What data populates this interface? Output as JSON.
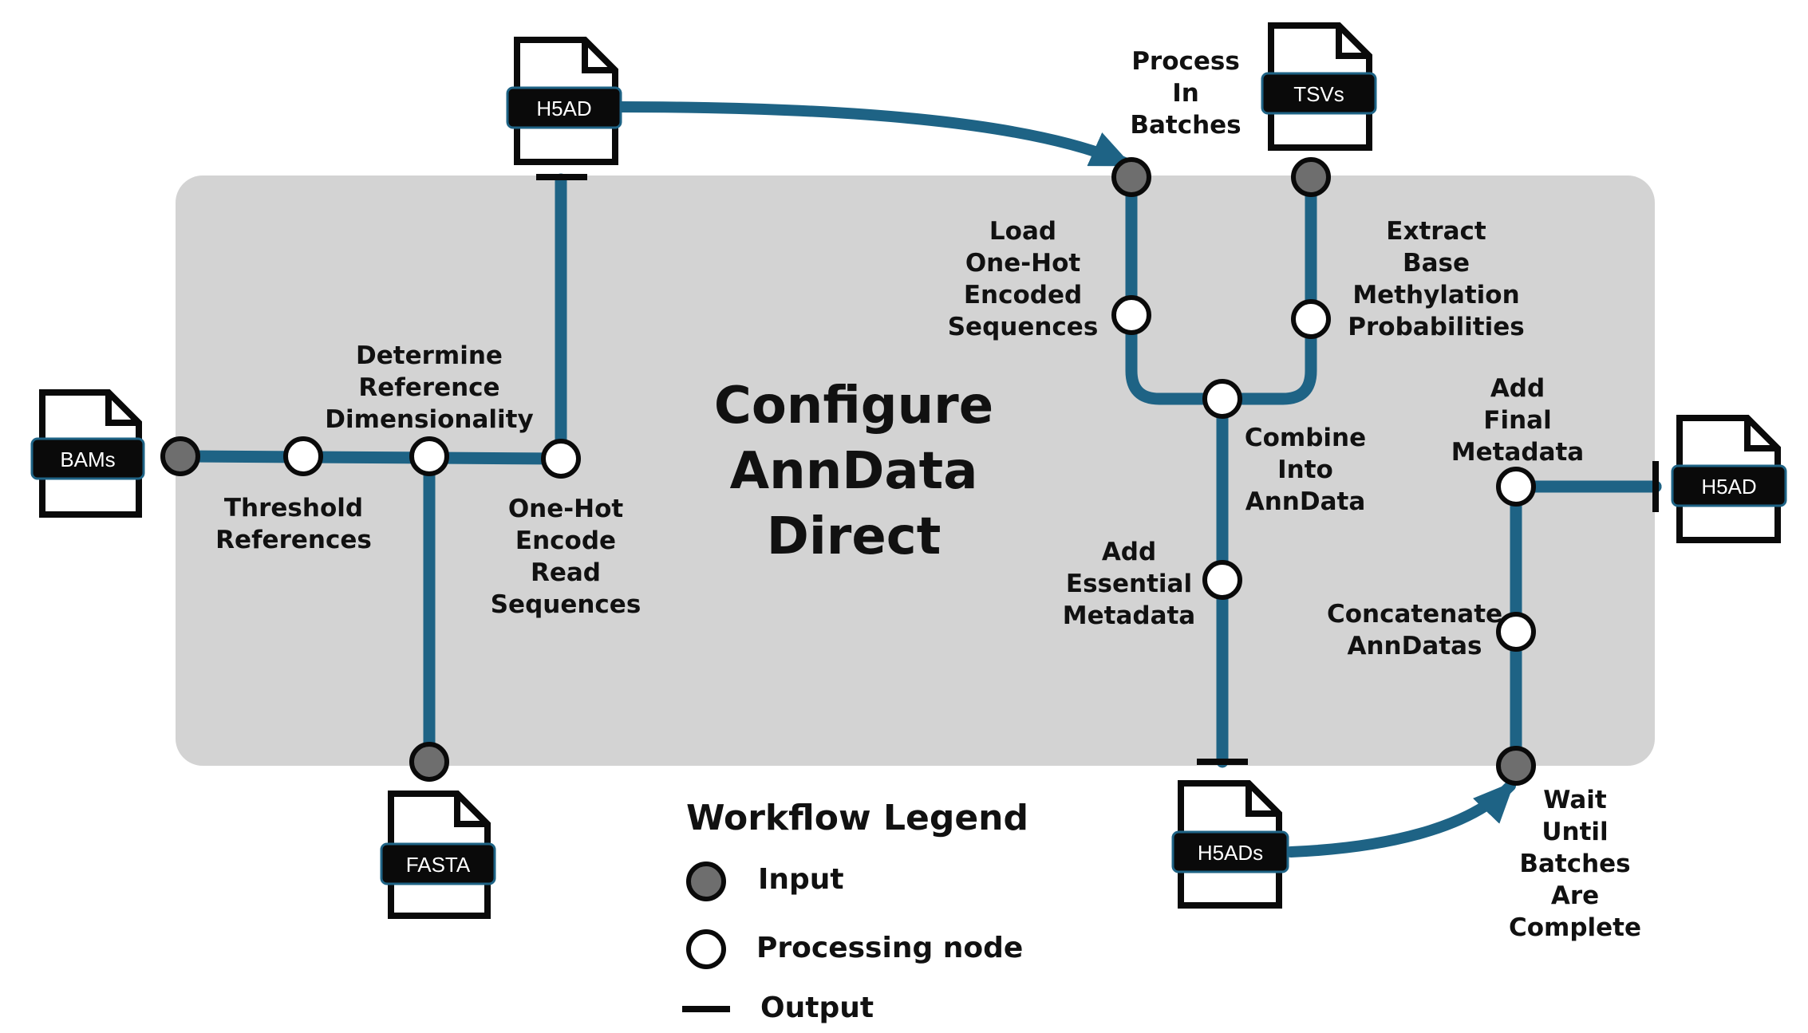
{
  "title_lines": [
    "Configure",
    "AnnData",
    "Direct"
  ],
  "colors": {
    "pipe": "#1e6385",
    "panel": "#d3d3d3",
    "input_node": "#6e6e6e",
    "processing_node": "#ffffff",
    "badge": "#0a0a0a",
    "badge_outline": "#1e6385"
  },
  "files": {
    "bams": "BAMs",
    "h5ad_top": "H5AD",
    "tsvs": "TSVs",
    "fasta": "FASTA",
    "h5ads": "H5ADs",
    "h5ad_right": "H5AD"
  },
  "labels": {
    "threshold": [
      "Threshold",
      "References"
    ],
    "determine": [
      "Determine",
      "Reference",
      "Dimensionality"
    ],
    "onehot_read": [
      "One-Hot",
      "Encode",
      "Read",
      "Sequences"
    ],
    "process_batches": [
      "Process",
      "In",
      "Batches"
    ],
    "load_onehot": [
      "Load",
      "One-Hot",
      "Encoded",
      "Sequences"
    ],
    "extract_methyl": [
      "Extract",
      "Base",
      "Methylation",
      "Probabilities"
    ],
    "combine": [
      "Combine",
      "Into",
      "AnnData"
    ],
    "essential_meta": [
      "Add",
      "Essential",
      "Metadata"
    ],
    "final_meta": [
      "Add",
      "Final",
      "Metadata"
    ],
    "concatenate": [
      "Concatenate",
      "AnnDatas"
    ],
    "wait": [
      "Wait",
      "Until",
      "Batches",
      "Are",
      "Complete"
    ]
  },
  "legend": {
    "title": "Workflow Legend",
    "input": "Input",
    "processing": "Processing node",
    "output": "Output"
  }
}
